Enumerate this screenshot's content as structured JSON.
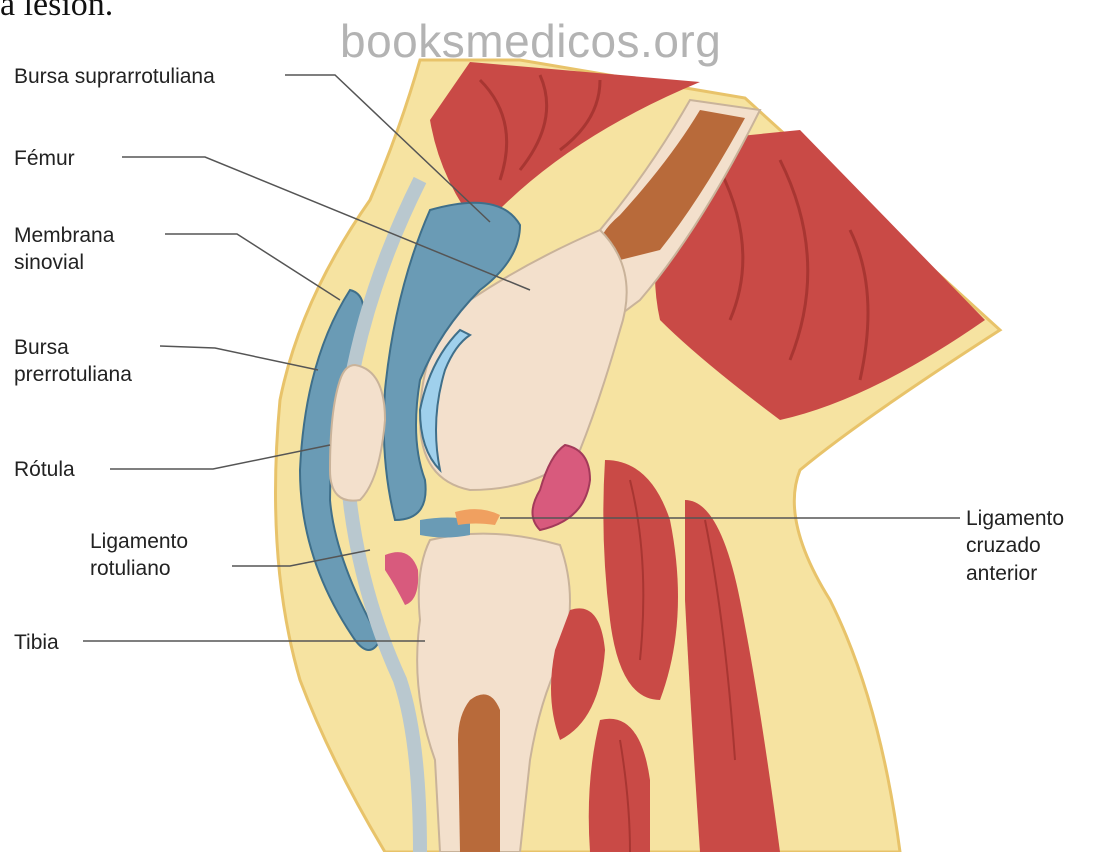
{
  "header_text": "a lesión.",
  "watermark": "booksmedicos.org",
  "labels": {
    "bursa_suprarrotuliana": "Bursa suprarrotuliana",
    "femur": "Fémur",
    "membrana_sinovial": "Membrana\nsinovial",
    "bursa_prerrotuliana": "Bursa\nprerrotuliana",
    "rotula": "Rótula",
    "ligamento_rotuliano": "Ligamento\nrotuliano",
    "tibia": "Tibia",
    "ligamento_cruzado_anterior": "Ligamento\ncruzado\nanterior"
  },
  "colors": {
    "skin_fat": "#f6e3a1",
    "skin_edge": "#e8c36a",
    "muscle": "#c94a46",
    "muscle_stripe": "#a83632",
    "bone": "#f3e0cc",
    "bone_dot": "#a88a72",
    "marrow": "#b86a3a",
    "bursa_blue": "#6a9bb5",
    "cartilage_blue": "#9fd0ec",
    "tendon_gray": "#b9c8cf",
    "pink": "#d85a7d",
    "leader_line": "#555555"
  }
}
